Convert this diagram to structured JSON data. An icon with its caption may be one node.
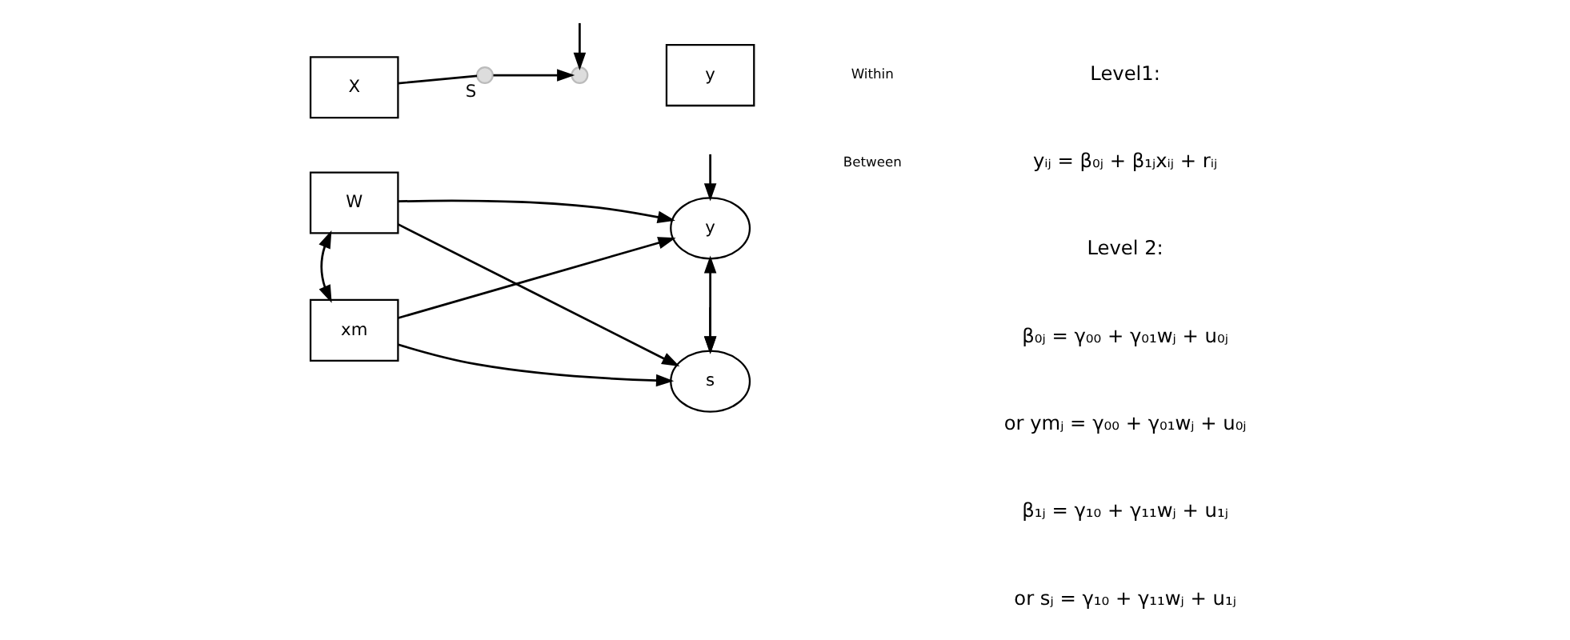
{
  "diagram": {
    "nodes": [
      {
        "text": [
          "X"
        ]
      },
      {
        "text": [
          "S"
        ]
      },
      {
        "text": [],
        "shape": "circle"
      },
      {
        "text": [
          "y"
        ]
      },
      {
        "text": [
          "W"
        ]
      },
      {
        "text": [
          "xm"
        ]
      },
      {
        "text": [
          "y"
        ]
      },
      {
        "text": [
          "s"
        ]
      }
    ],
    "edges": [
      {
        "from": 0,
        "to": 1,
        "arrow": "none"
      },
      {
        "from": 1,
        "to": 2,
        "arrow": "to"
      },
      {
        "from": null,
        "to": 2,
        "arrow": "to"
      },
      {
        "from": 4,
        "to": 6,
        "arrow": "to"
      },
      {
        "from": 4,
        "to": 7,
        "arrow": "to"
      },
      {
        "from": 5,
        "to": 6,
        "arrow": "to"
      },
      {
        "from": 5,
        "to": 7,
        "arrow": "to"
      },
      {
        "from": 4,
        "to": 5,
        "arrow": "both"
      },
      {
        "from": 6,
        "to": 7,
        "arrow": "both"
      },
      {
        "from": null,
        "to": 6,
        "arrow": "to"
      },
      {
        "from": null,
        "to": 7,
        "arrow": "to"
      }
    ],
    "labels": [
      "Within",
      "Between",
      "Level1:",
      "yᵢⱼ = β₀ⱼ + β₁ⱼxᵢⱼ + rᵢⱼ",
      "Level 2:",
      "β₀ⱼ = γ₀₀ + γ₀₁wⱼ + u₀ⱼ",
      "or ymⱼ = γ₀₀ + γ₀₁wⱼ + u₀ⱼ",
      "β₁ⱼ = γ₁₀ + γ₁₁wⱼ + u₁ⱼ",
      "or sⱼ = γ₁₀ + γ₁₁wⱼ + u₁ⱼ"
    ]
  }
}
